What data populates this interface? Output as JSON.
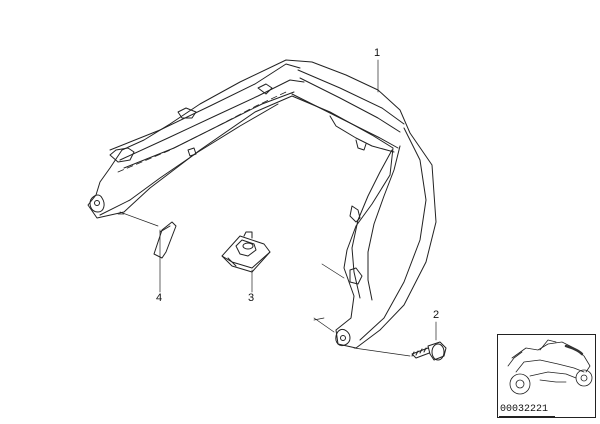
{
  "diagram": {
    "parts": [
      {
        "id": "part-1",
        "number": "1"
      },
      {
        "id": "part-2",
        "number": "2"
      },
      {
        "id": "part-3",
        "number": "3"
      },
      {
        "id": "part-4",
        "number": "4"
      }
    ],
    "catalog_number": "00032221"
  }
}
